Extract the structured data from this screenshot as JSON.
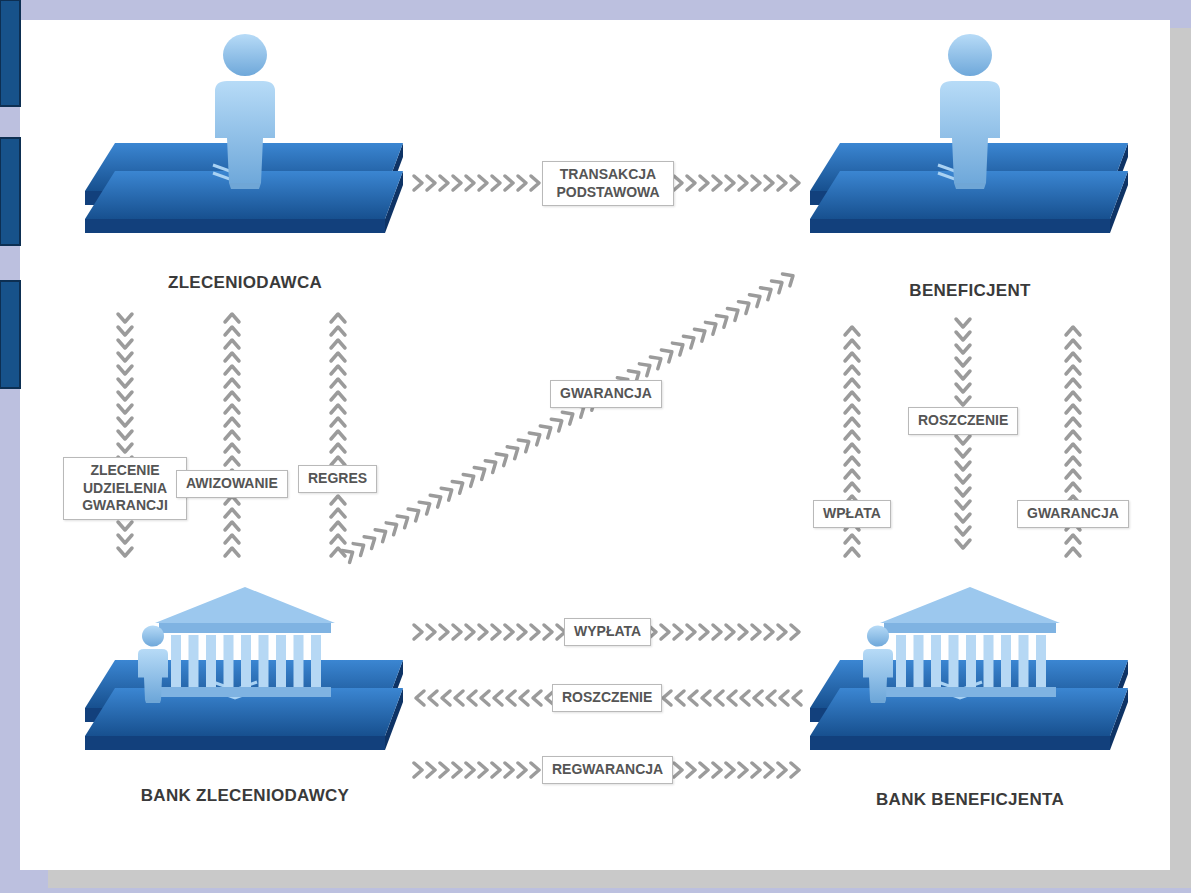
{
  "diagram": {
    "nodes": [
      {
        "text": [
          "ZLECENIODAWCA"
        ]
      },
      {
        "text": [
          "BENEFICJENT"
        ]
      },
      {
        "text": [
          "BANK ZLECENIODAWCY"
        ]
      },
      {
        "text": [
          "BANK BENEFICJENTA"
        ]
      }
    ],
    "edges": [
      {
        "from": 0,
        "to": 1,
        "label": "TRANSAKCJA PODSTAWOWA",
        "arrow": "to"
      },
      {
        "from": 0,
        "to": 2,
        "label": "ZLECENIE UDZIELENIA GWARANCJI",
        "arrow": "to"
      },
      {
        "from": 2,
        "to": 0,
        "label": "AWIZOWANIE",
        "arrow": "to"
      },
      {
        "from": 2,
        "to": 0,
        "label": "REGRES",
        "arrow": "to"
      },
      {
        "from": 2,
        "to": 1,
        "label": "GWARANCJA",
        "arrow": "to"
      },
      {
        "from": 3,
        "to": 1,
        "label": "WPŁATA",
        "arrow": "to"
      },
      {
        "from": 1,
        "to": 3,
        "label": "ROSZCZENIE",
        "arrow": "to"
      },
      {
        "from": 3,
        "to": 1,
        "label": "GWARANCJA",
        "arrow": "to"
      },
      {
        "from": 2,
        "to": 3,
        "label": "WYPŁATA",
        "arrow": "to"
      },
      {
        "from": 3,
        "to": 2,
        "label": "ROSZCZENIE",
        "arrow": "to"
      },
      {
        "from": 2,
        "to": 3,
        "label": "REGWARANCJA",
        "arrow": "to"
      }
    ]
  }
}
